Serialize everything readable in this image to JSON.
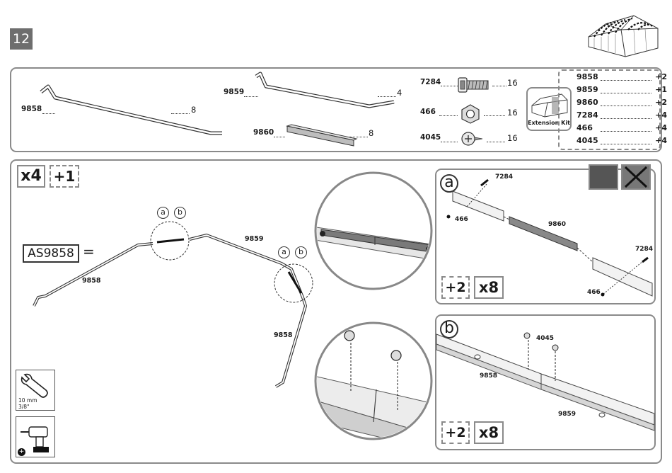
{
  "step": {
    "number": "12"
  },
  "parts_panel": {
    "rail_9858": {
      "code": "9858",
      "qty": "8"
    },
    "rail_9859": {
      "code": "9859",
      "qty": "4"
    },
    "rail_9860": {
      "code": "9860",
      "qty": "8"
    },
    "bolt_7284": {
      "code": "7284",
      "qty": "16"
    },
    "nut_466": {
      "code": "466",
      "qty": "16"
    },
    "screw_4045": {
      "code": "4045",
      "qty": "16"
    }
  },
  "extension_kit": {
    "label": "Extension Kit",
    "items": [
      {
        "code": "9858",
        "qty": "+2"
      },
      {
        "code": "9859",
        "qty": "+1"
      },
      {
        "code": "9860",
        "qty": "+2"
      },
      {
        "code": "7284",
        "qty": "+4"
      },
      {
        "code": "466",
        "qty": "+4"
      },
      {
        "code": "4045",
        "qty": "+4"
      }
    ]
  },
  "main": {
    "multiplier": "x4",
    "extension_multiplier": "+1",
    "assembly_code": "AS9858",
    "equals": "=",
    "callout_a": "a",
    "callout_b": "b",
    "label_9858_left": "9858",
    "label_9859": "9859",
    "label_9858_right": "9858"
  },
  "tools": {
    "wrench_size": "10 mm",
    "wrench_size_imperial": "3/8\"",
    "drill_badge": "+"
  },
  "detail_a": {
    "letter": "a",
    "bolt_top": "7284",
    "nut_left": "466",
    "connector": "9860",
    "bolt_right": "7284",
    "nut_right": "466",
    "ext_qty": "+2",
    "qty": "x8"
  },
  "detail_b": {
    "letter": "b",
    "screw": "4045",
    "rail_left": "9858",
    "rail_right": "9859",
    "ext_qty": "+2",
    "qty": "x8"
  }
}
